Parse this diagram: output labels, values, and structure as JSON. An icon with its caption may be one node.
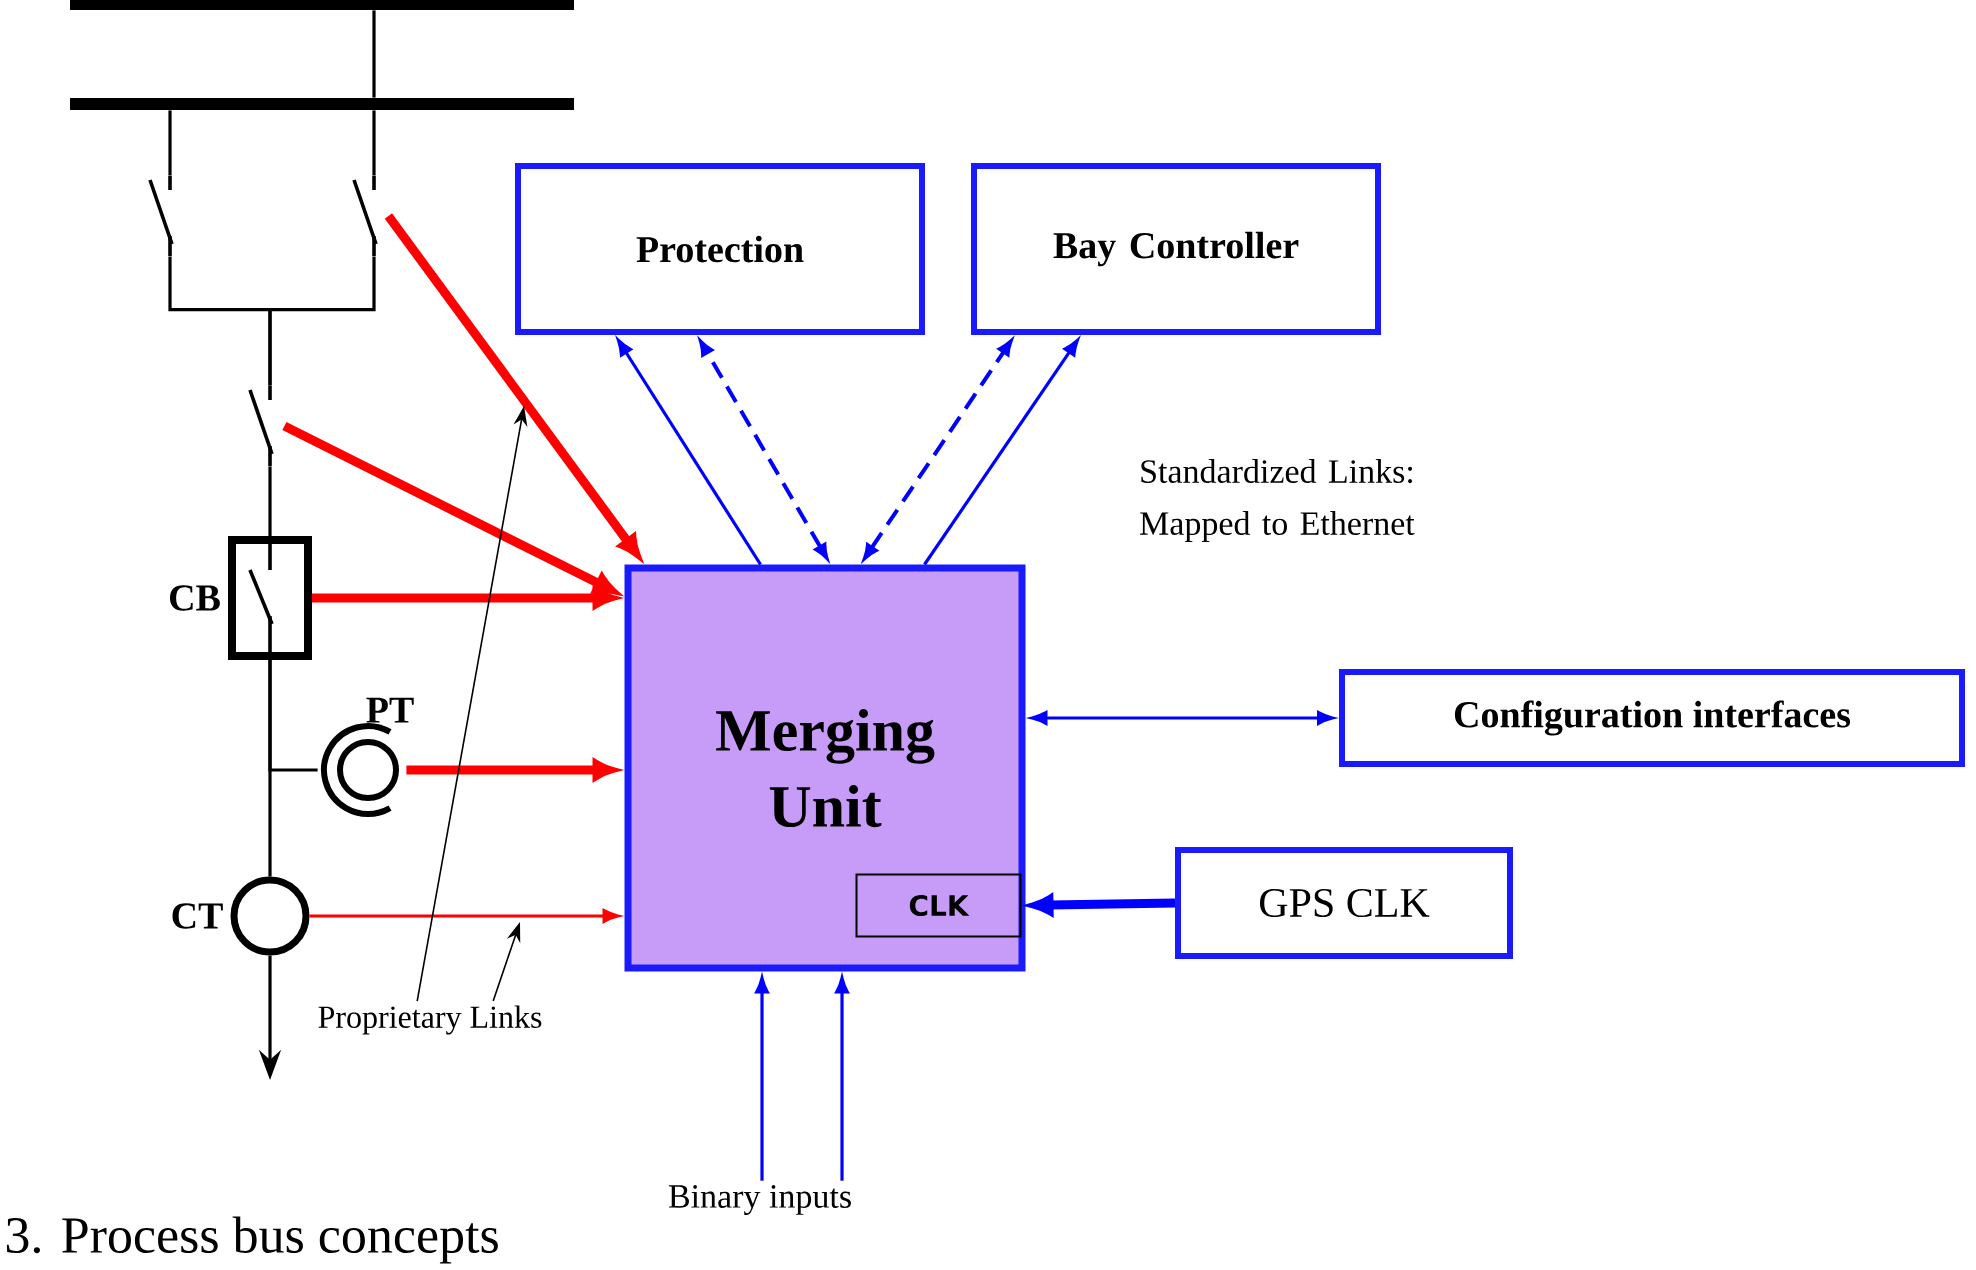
{
  "diagram": {
    "caption": "3. Process bus concepts",
    "nodes": [
      {
        "text": [
          "Protection"
        ]
      },
      {
        "text": [
          "Bay Controller"
        ]
      },
      {
        "text": [
          "Merging Unit"
        ]
      },
      {
        "text": [
          "CLK"
        ],
        "in": 2
      },
      {
        "text": [
          "Configuration interfaces"
        ]
      },
      {
        "text": [
          "GPS CLK"
        ]
      },
      {
        "text": [
          "Binary inputs"
        ]
      },
      {
        "text": [
          "Proprietary Links"
        ]
      },
      {
        "text": [
          "CB"
        ]
      },
      {
        "text": [
          "PT"
        ]
      },
      {
        "text": [
          "CT"
        ]
      },
      {
        "text": [],
        "shape": "switch"
      },
      {
        "text": [],
        "shape": "switch"
      },
      {
        "text": [],
        "shape": "switch"
      },
      {
        "text": [],
        "shape": "bar"
      },
      {
        "text": [],
        "shape": "bar"
      }
    ],
    "edges": [
      {
        "from": 12,
        "to": 2,
        "arrow": "to",
        "style": "thick",
        "color": "#ff0000"
      },
      {
        "from": 13,
        "to": 2,
        "arrow": "to",
        "style": "thick",
        "color": "#ff0000"
      },
      {
        "from": 8,
        "to": 2,
        "arrow": "to",
        "style": "thick",
        "color": "#ff0000"
      },
      {
        "from": 9,
        "to": 2,
        "arrow": "to",
        "style": "thick",
        "color": "#ff0000"
      },
      {
        "from": 10,
        "to": 2,
        "arrow": "to",
        "color": "#ff0000"
      },
      {
        "from": 2,
        "to": 0,
        "arrow": "to",
        "color": "#0000ff"
      },
      {
        "from": 2,
        "to": 0,
        "arrow": "both",
        "style": "dashed",
        "color": "#0000ff"
      },
      {
        "from": 2,
        "to": 1,
        "arrow": "both",
        "style": "dashed",
        "color": "#0000ff"
      },
      {
        "from": 2,
        "to": 1,
        "arrow": "to",
        "color": "#0000ff"
      },
      {
        "from": 2,
        "to": 4,
        "arrow": "both",
        "color": "#0000ff"
      },
      {
        "from": 5,
        "to": 3,
        "arrow": "to",
        "style": "thick",
        "color": "#0000ff"
      },
      {
        "from": 6,
        "to": 2,
        "arrow": "to",
        "color": "#0000ff"
      },
      {
        "from": 6,
        "to": 2,
        "arrow": "to",
        "color": "#0000ff"
      },
      {
        "from": 7,
        "to": null,
        "arrow": "to"
      },
      {
        "from": 7,
        "to": null,
        "arrow": "to"
      },
      {
        "from": 14,
        "to": 15,
        "arrow": "none"
      },
      {
        "from": 15,
        "to": 11,
        "arrow": "none"
      },
      {
        "from": 15,
        "to": 12,
        "arrow": "none"
      },
      {
        "from": 11,
        "to": 13,
        "arrow": "none"
      },
      {
        "from": 12,
        "to": 13,
        "arrow": "none"
      },
      {
        "from": 13,
        "to": 8,
        "arrow": "none"
      },
      {
        "from": 8,
        "to": 9,
        "arrow": "none"
      },
      {
        "from": 8,
        "to": 10,
        "arrow": "none"
      },
      {
        "from": 10,
        "to": null,
        "arrow": "to"
      }
    ],
    "labels": [
      "Standardized Links: Mapped to Ethernet"
    ]
  }
}
